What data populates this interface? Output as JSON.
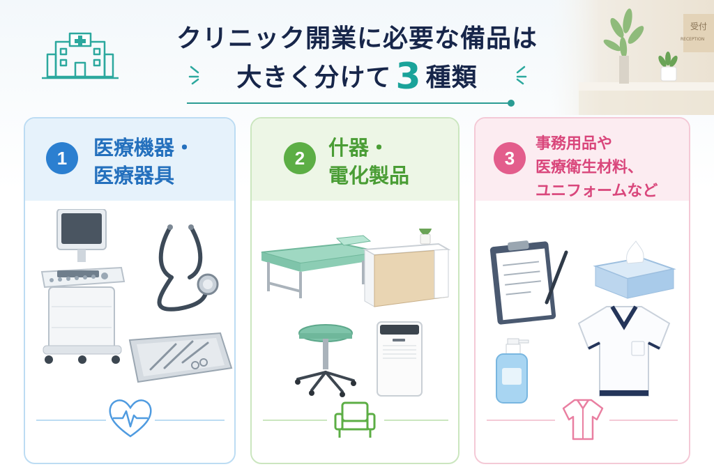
{
  "header": {
    "title_line1": "クリニック開業に必要な備品は",
    "title_line2_pre": "大きく分けて",
    "title_line2_num": "3",
    "title_line2_post": "種類",
    "reception_sign_main": "受付",
    "reception_sign_sub": "RECEPTION"
  },
  "cards": [
    {
      "number": "1",
      "line1": "医療機器・",
      "line2": "医療器具",
      "line3": ""
    },
    {
      "number": "2",
      "line1": "什器・",
      "line2": "電化製品",
      "line3": ""
    },
    {
      "number": "3",
      "line1": "事務用品や",
      "line2": "医療衛生材料、",
      "line3": "ユニフォームなど"
    }
  ],
  "colors": {
    "navy": "#17264a",
    "teal": "#1aa39a",
    "blue": "#2b7fd0",
    "green": "#5cae45",
    "pink": "#e35d8c"
  },
  "icons": {
    "header": "hospital-icon",
    "card1_footer": "heartbeat-icon",
    "card2_footer": "chair-icon",
    "card3_footer": "uniform-icon"
  }
}
